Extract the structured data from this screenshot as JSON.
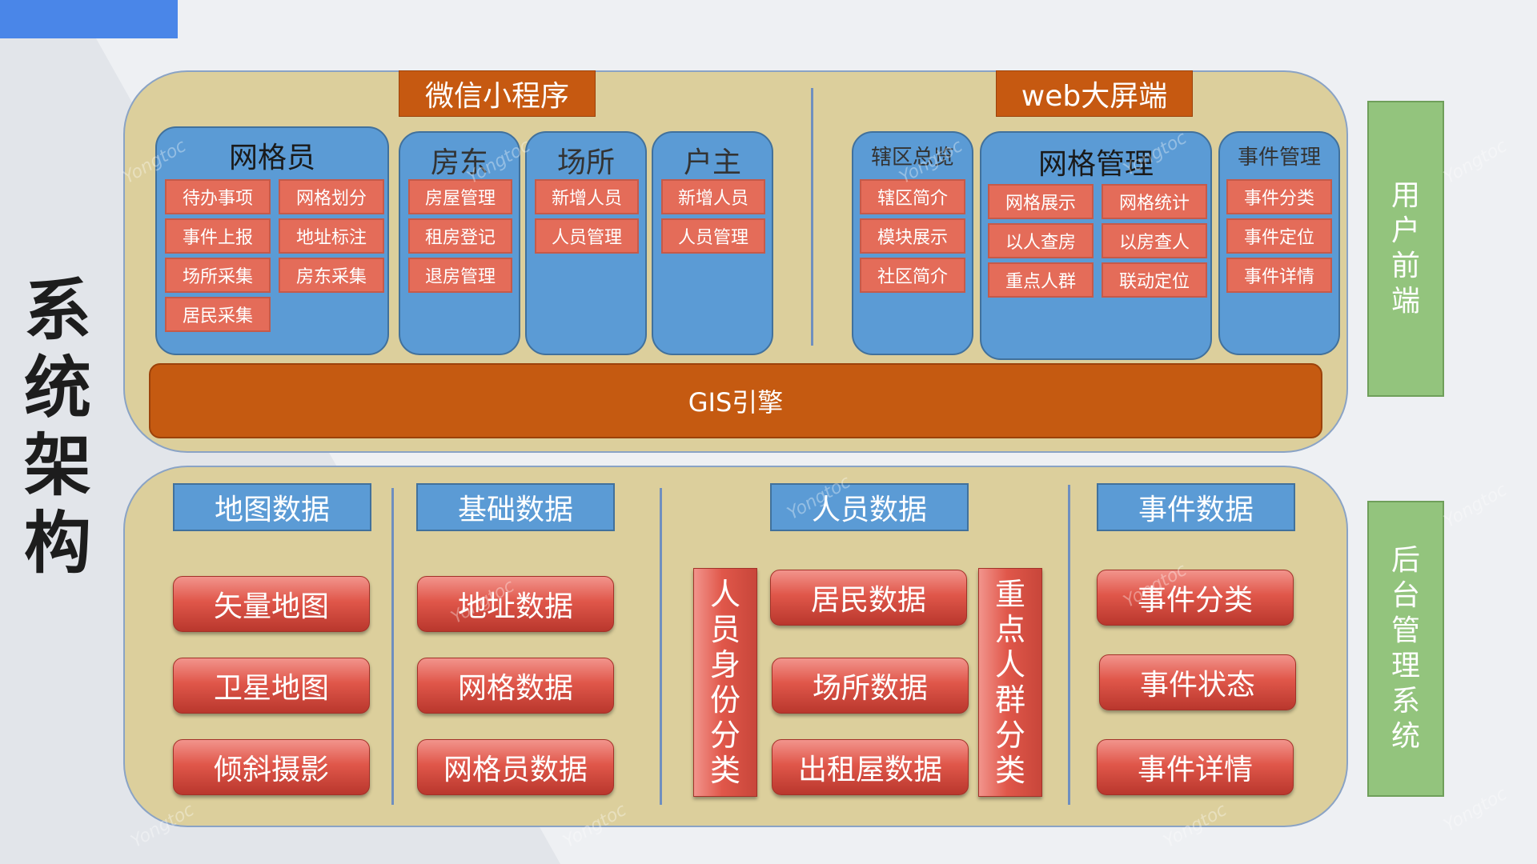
{
  "title": "系统架构",
  "top": {
    "miniprogram_header": "微信小程序",
    "web_header": "web大屏端",
    "wanggeyuan": {
      "title": "网格员",
      "items": [
        "待办事项",
        "网格划分",
        "事件上报",
        "地址标注",
        "场所采集",
        "房东采集",
        "居民采集"
      ]
    },
    "fangdong": {
      "title": "房东",
      "items": [
        "房屋管理",
        "租房登记",
        "退房管理"
      ]
    },
    "changsuo": {
      "title": "场所",
      "items": [
        "新增人员",
        "人员管理"
      ]
    },
    "huzhu": {
      "title": "户主",
      "items": [
        "新增人员",
        "人员管理"
      ]
    },
    "xiaqu": {
      "title": "辖区总览",
      "items": [
        "辖区简介",
        "模块展示",
        "社区简介"
      ]
    },
    "wangge": {
      "title": "网格管理",
      "items": [
        "网格展示",
        "网格统计",
        "以人查房",
        "以房查人",
        "重点人群",
        "联动定位"
      ]
    },
    "shijian": {
      "title": "事件管理",
      "items": [
        "事件分类",
        "事件定位",
        "事件详情"
      ]
    },
    "gis": "GIS引擎"
  },
  "bottom": {
    "map": {
      "header": "地图数据",
      "items": [
        "矢量地图",
        "卫星地图",
        "倾斜摄影"
      ]
    },
    "basic": {
      "header": "基础数据",
      "items": [
        "地址数据",
        "网格数据",
        "网格员数据"
      ]
    },
    "people": {
      "header": "人员数据",
      "items": [
        "居民数据",
        "场所数据",
        "出租屋数据"
      ],
      "left_vertical": "人员身份分类",
      "right_vertical": "重点人群分类"
    },
    "events": {
      "header": "事件数据",
      "items": [
        "事件分类",
        "事件状态",
        "事件详情"
      ]
    }
  },
  "side": {
    "front": "用户前端",
    "back": "后台管理系统"
  },
  "watermark": "Yongtoc",
  "colors": {
    "accent_blue": "#4a86e8",
    "panel_tan": "#dccf9c",
    "orange": "#c65911",
    "card_blue": "#5b9bd5",
    "item_red": "#e46c59",
    "green": "#93c47d"
  }
}
